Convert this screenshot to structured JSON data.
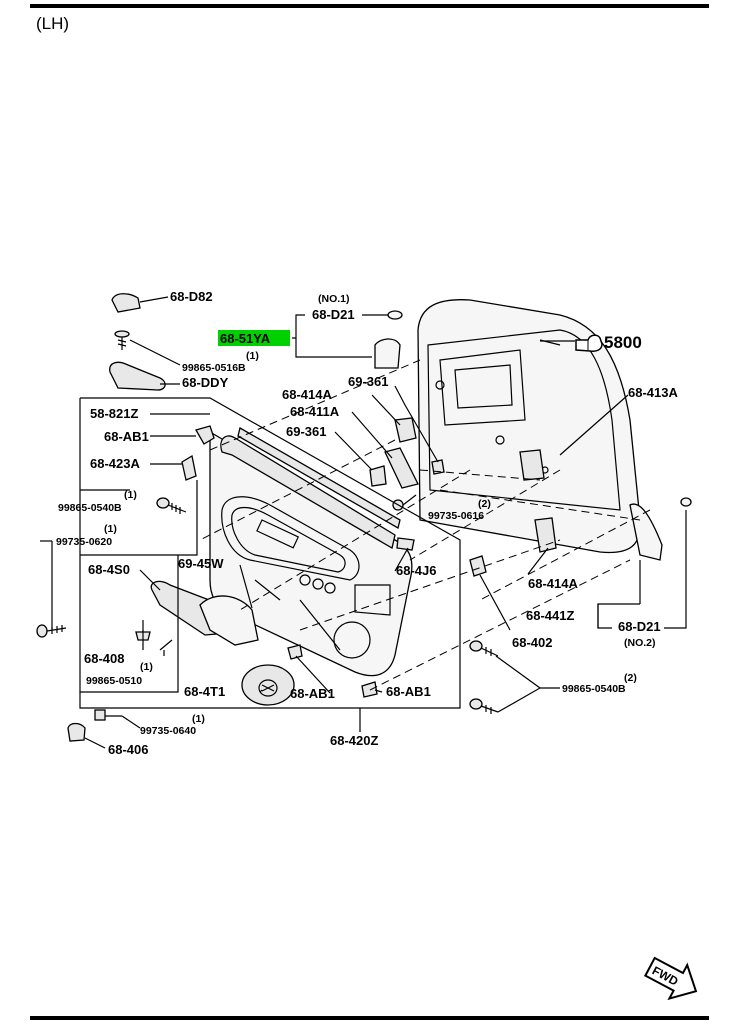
{
  "header": {
    "side": "(LH)"
  },
  "labels": {
    "l_68d82": "68-D82",
    "l_no1": "(NO.1)",
    "l_68d21a": "68-D21",
    "l_6851ya": "68-51YA",
    "l_5800": "5800",
    "l_99865_0516b": "99865-0516B",
    "l_q1a": "(1)",
    "l_68ddy": "68-DDY",
    "l_68414a_top": "68-414A",
    "l_69361_top": "69-361",
    "l_68411a": "68-411A",
    "l_69361_mid": "69-361",
    "l_68413a": "68-413A",
    "l_58821z": "58-821Z",
    "l_68ab1_a": "68-AB1",
    "l_68423a": "68-423A",
    "l_q1b": "(1)",
    "l_99865_0540b_a": "99865-0540B",
    "l_q2a": "(2)",
    "l_99735_0616": "99735-0616",
    "l_q1c": "(1)",
    "l_99735_0620": "99735-0620",
    "l_684s0": "68-4S0",
    "l_6945w": "69-45W",
    "l_684j6": "68-4J6",
    "l_68414a_bot": "68-414A",
    "l_68441z": "68-441Z",
    "l_68d21b": "68-D21",
    "l_no2": "(NO.2)",
    "l_68402": "68-402",
    "l_68408": "68-408",
    "l_q1d": "(1)",
    "l_99865_0510": "99865-0510",
    "l_684t1": "68-4T1",
    "l_68ab1_b": "68-AB1",
    "l_68ab1_c": "68-AB1",
    "l_q2b": "(2)",
    "l_99865_0540b_b": "99865-0540B",
    "l_q1e": "(1)",
    "l_99735_0640": "99735-0640",
    "l_68406": "68-406",
    "l_68420z": "68-420Z",
    "l_fwd": "FWD"
  },
  "colors": {
    "highlight": "#00d000",
    "ink": "#000000"
  },
  "icons": {
    "reference_pointer": "pointing-hand-icon",
    "forward_arrow": "fwd-arrow-icon"
  }
}
